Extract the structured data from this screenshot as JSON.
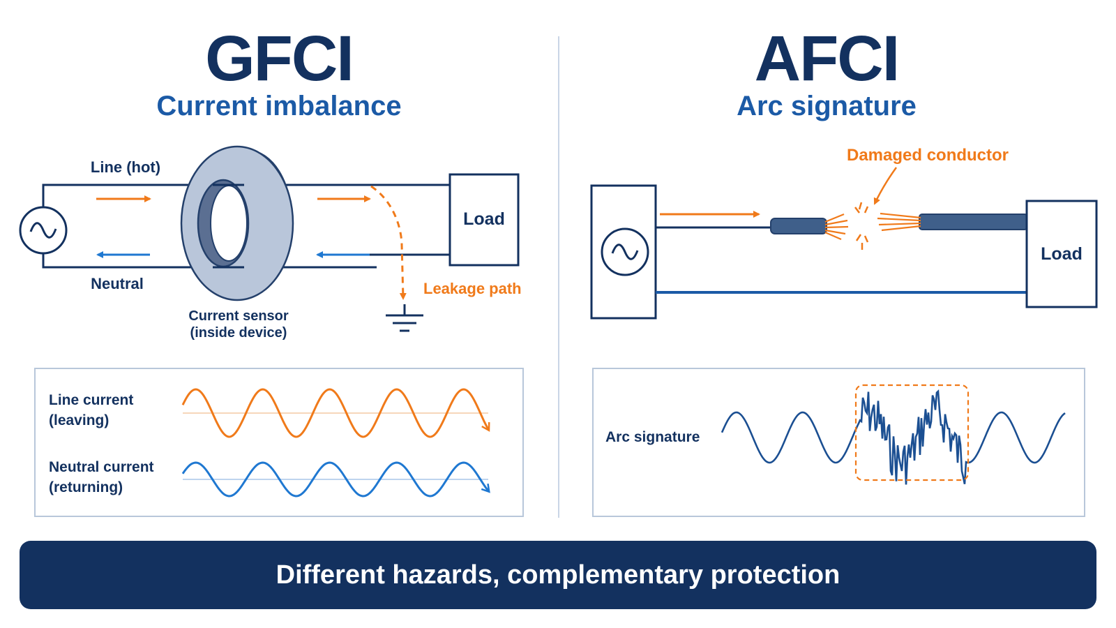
{
  "gfci": {
    "title": "GFCI",
    "subtitle": "Current imbalance",
    "labels": {
      "line_hot": "Line (hot)",
      "neutral": "Neutral",
      "load": "Load",
      "leakage_path": "Leakage path",
      "sensor_line1": "Current sensor",
      "sensor_line2": "(inside device)"
    },
    "waves": {
      "line_current_1": "Line current",
      "line_current_2": "(leaving)",
      "neutral_current_1": "Neutral current",
      "neutral_current_2": "(returning)"
    }
  },
  "afci": {
    "title": "AFCI",
    "subtitle": "Arc signature",
    "labels": {
      "damaged_conductor": "Damaged conductor",
      "load": "Load"
    },
    "waves": {
      "arc_signature": "Arc signature"
    }
  },
  "banner": {
    "text": "Different hazards, complementary protection"
  },
  "colors": {
    "navy": "#13315f",
    "blue": "#1b5aa6",
    "accent_blue": "#1f78d1",
    "orange": "#f07a1a",
    "panel_border": "#b8c7da"
  },
  "icons": [
    "ac-source-icon",
    "ground-icon",
    "current-sensor-icon",
    "spark-icon"
  ]
}
